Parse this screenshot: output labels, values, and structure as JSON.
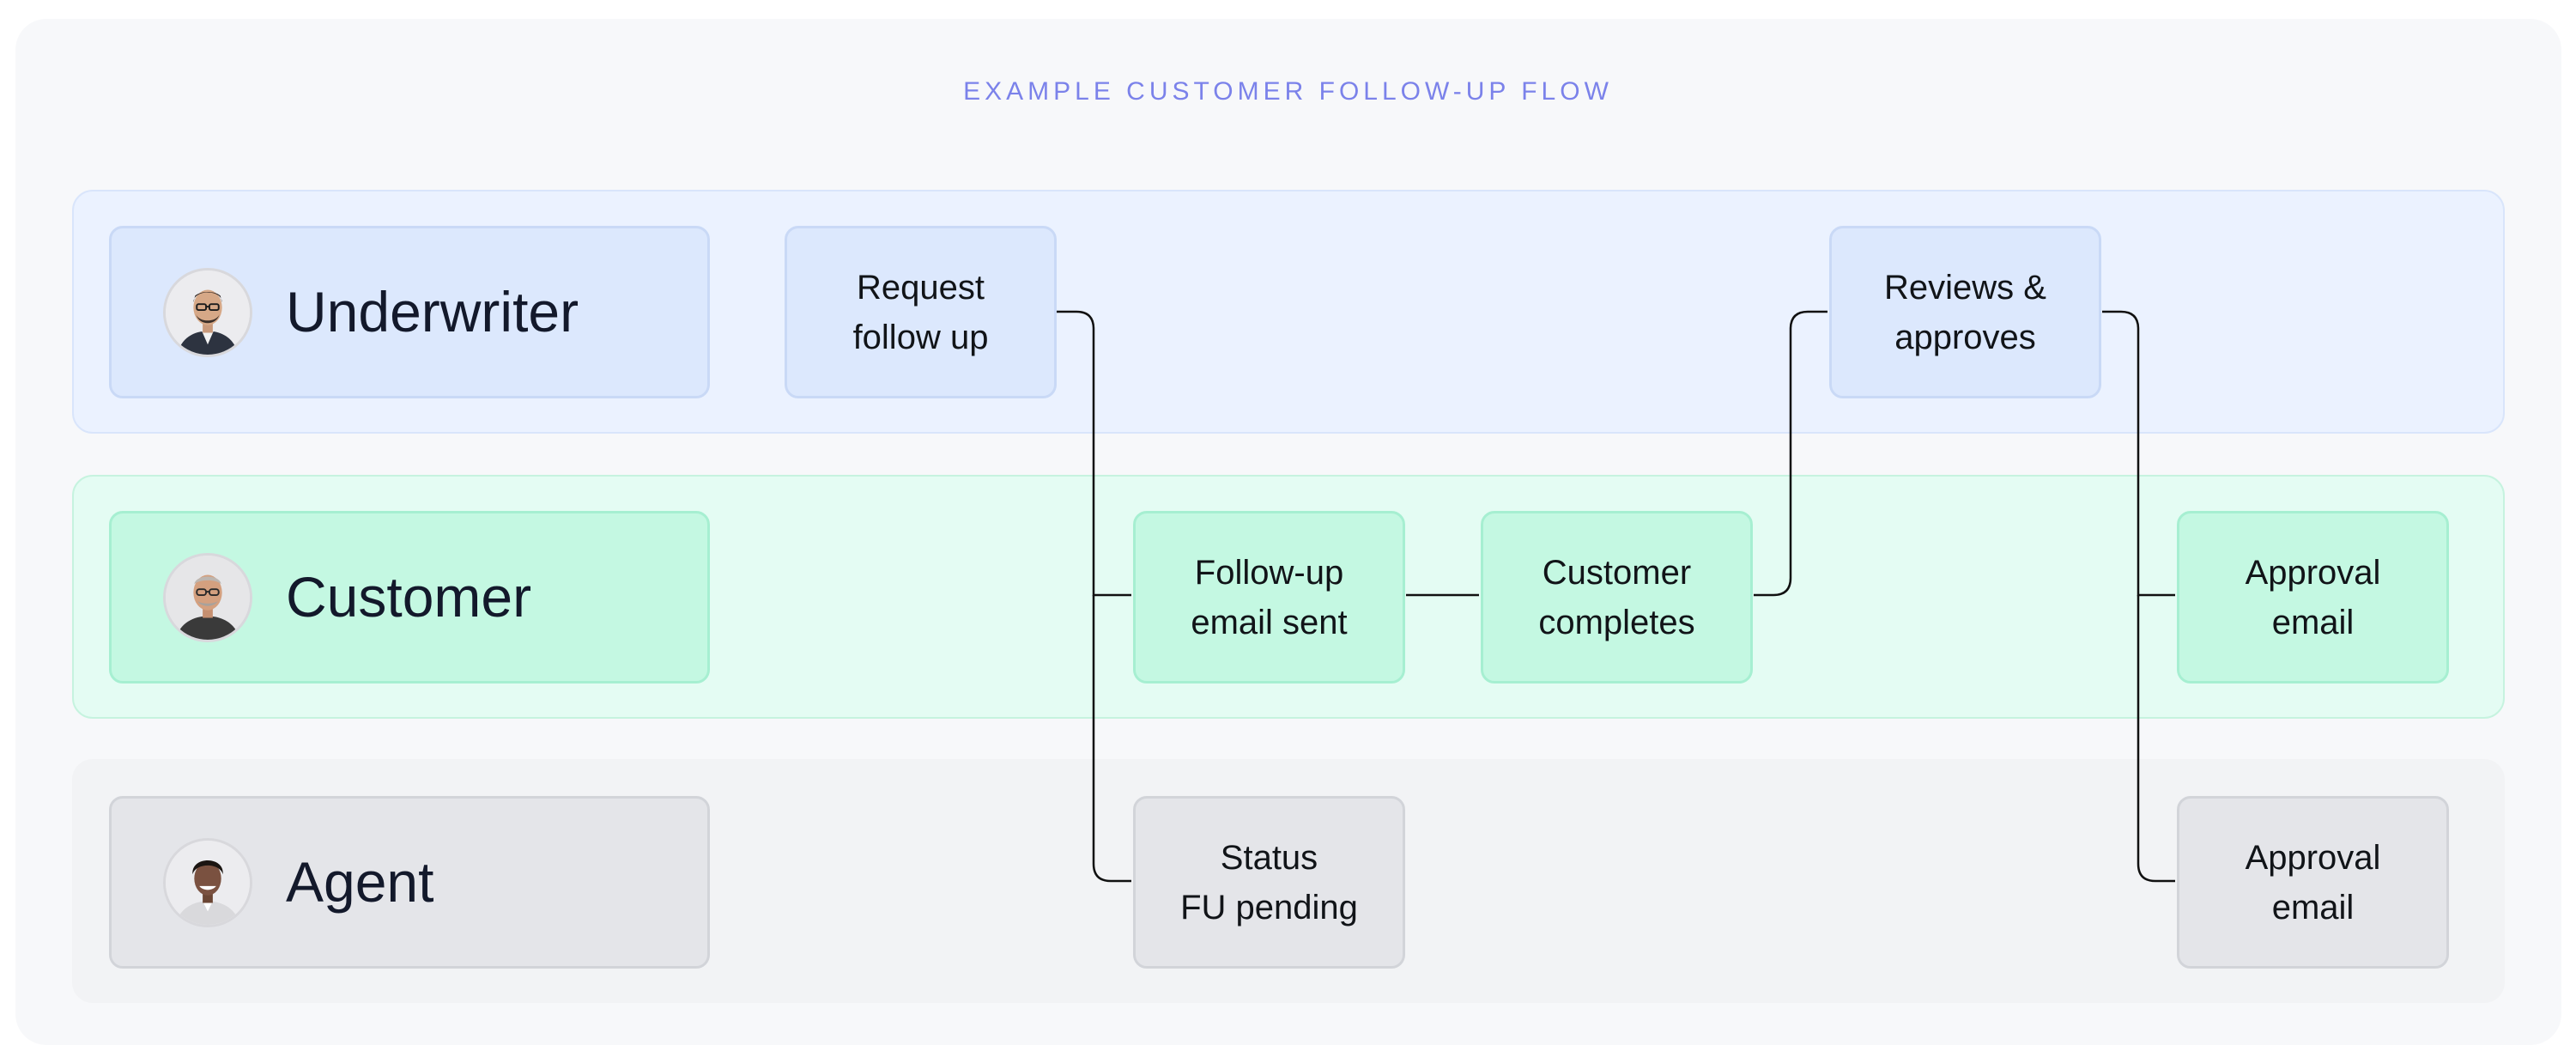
{
  "title": "EXAMPLE CUSTOMER FOLLOW-UP FLOW",
  "lanes": {
    "underwriter": {
      "label": "Underwriter",
      "avatar_icon": "underwriter-avatar"
    },
    "customer": {
      "label": "Customer",
      "avatar_icon": "customer-avatar"
    },
    "agent": {
      "label": "Agent",
      "avatar_icon": "agent-avatar"
    }
  },
  "steps": {
    "request_follow_up": {
      "line1": "Request",
      "line2": "follow up"
    },
    "follow_up_email_sent": {
      "line1": "Follow-up",
      "line2": "email sent"
    },
    "status_fu_pending": {
      "line1": "Status",
      "line2": "FU pending"
    },
    "customer_completes": {
      "line1": "Customer",
      "line2": "completes"
    },
    "reviews_approves": {
      "line1": "Reviews &",
      "line2": "approves"
    },
    "approval_email_customer": {
      "line1": "Approval",
      "line2": "email"
    },
    "approval_email_agent": {
      "line1": "Approval",
      "line2": "email"
    }
  },
  "colors": {
    "title": "#7b82ea",
    "underwriter_lane": "#ebf2ff",
    "customer_lane": "#e4fcf3",
    "agent_lane": "#f2f3f5",
    "connector": "#111111"
  }
}
